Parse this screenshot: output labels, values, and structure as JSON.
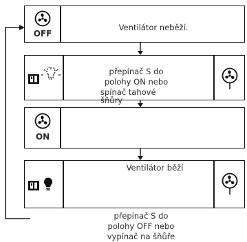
{
  "steps": {
    "off": {
      "icon_label": "OFF",
      "text": "Ventilátor neběží."
    },
    "switch_on": {
      "text_line1": "přepínač S do",
      "text_line2": "polohy ON nebo",
      "text_line3": "spínač tahové",
      "text_line4": "šňůry"
    },
    "on": {
      "icon_label": "ON"
    },
    "running": {
      "text": "Ventilátor běží"
    },
    "switch_off": {
      "text_line1": "přepínač S do",
      "text_line2": "polohy OFF nebo",
      "text_line3": "vypínač na šňůře"
    }
  },
  "icons": {
    "fan_off": "fan-icon",
    "switch_light": "switch-icon",
    "light_rays": "lamp-rays-icon",
    "pull_cord_fan": "fan-pull-cord-icon",
    "bulb": "lightbulb-icon"
  }
}
